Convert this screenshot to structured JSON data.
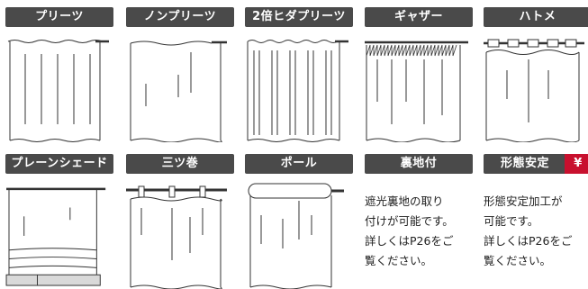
{
  "row1": [
    {
      "label": "プリーツ",
      "icon": "pleat-curtain-icon"
    },
    {
      "label": "ノンプリーツ",
      "icon": "non-pleat-curtain-icon"
    },
    {
      "label": "2倍ヒダプリーツ",
      "icon": "double-pleat-curtain-icon"
    },
    {
      "label": "ギャザー",
      "icon": "gather-curtain-icon"
    },
    {
      "label": "ハトメ",
      "icon": "grommet-curtain-icon"
    }
  ],
  "row2": [
    {
      "label": "プレーンシェード",
      "icon": "plain-shade-icon"
    },
    {
      "label": "三ツ巻",
      "icon": "triple-fold-curtain-icon"
    },
    {
      "label": "ポール",
      "icon": "pole-curtain-icon"
    },
    {
      "label": "裏地付",
      "text": "遮光裏地の取り\n付けが可能です。\n詳しくはP26をご\n覧ください。"
    },
    {
      "label": "形態安定",
      "badge": "¥",
      "text": "形態安定加工が\n可能です。\n詳しくはP26をご\n覧ください。"
    }
  ],
  "colors": {
    "label_bg": "#4a4a4a",
    "badge_bg": "#c8102e",
    "line": "#333333"
  }
}
